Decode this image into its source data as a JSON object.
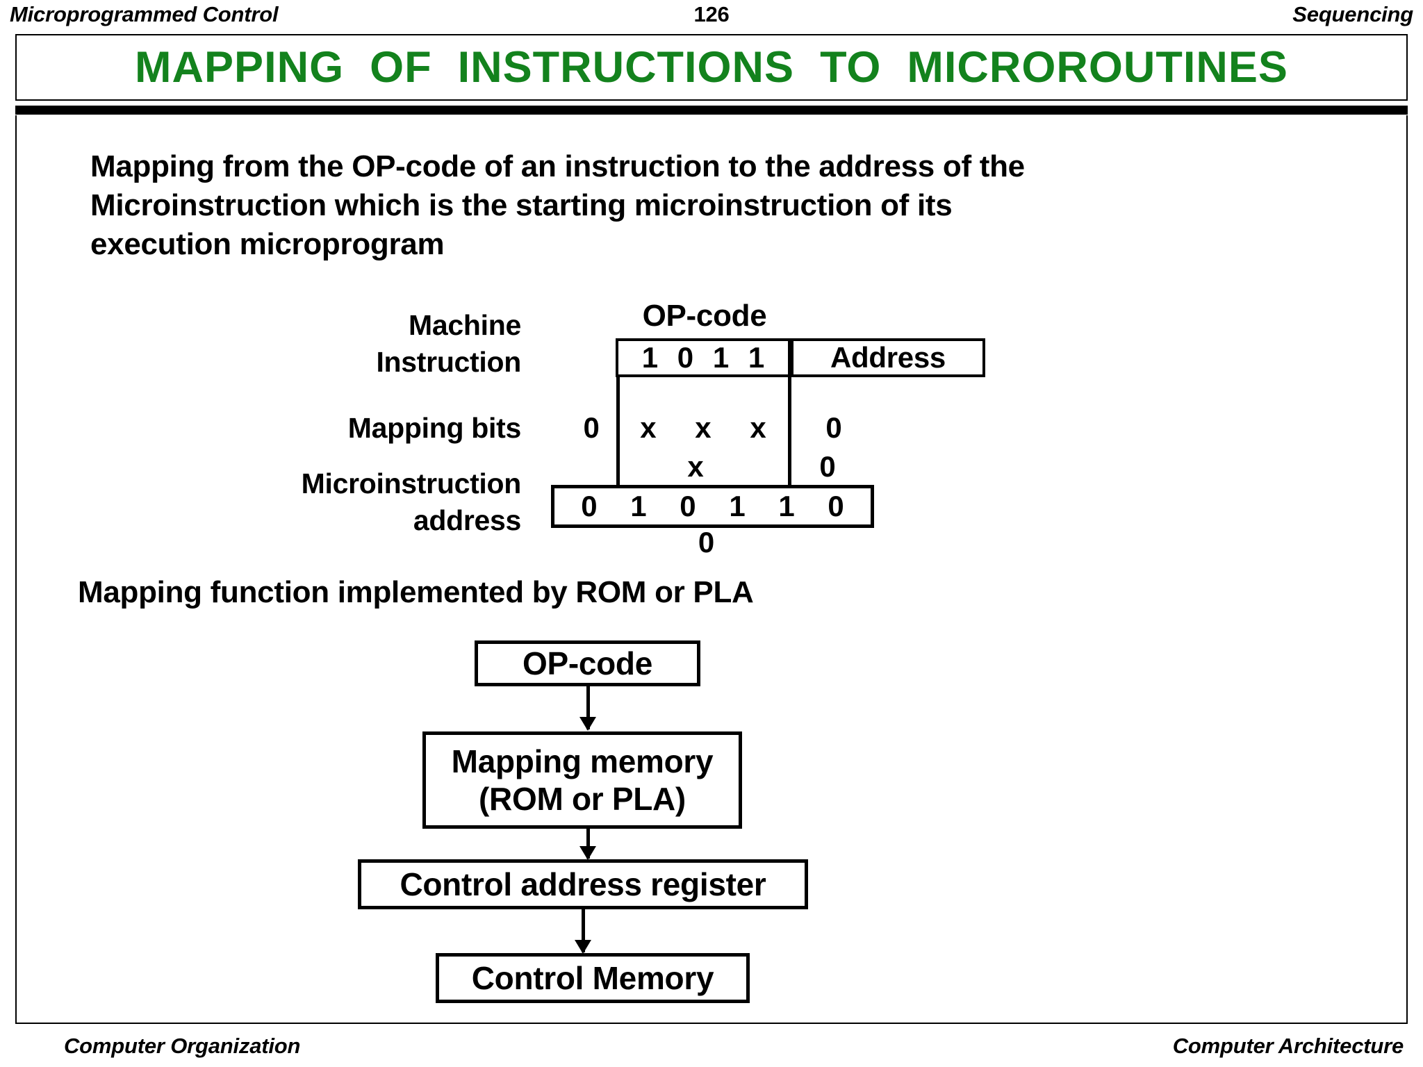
{
  "header": {
    "left": "Microprogrammed Control",
    "page_number": "126",
    "right": "Sequencing"
  },
  "slide": {
    "title": "MAPPING  OF  INSTRUCTIONS  TO  MICROROUTINES",
    "title_color": "#13821d",
    "paragraph": "Mapping from the OP-code of an instruction to the address of the Microinstruction which is the starting microinstruction of its execution microprogram",
    "paragraph2": "Mapping function implemented by ROM or PLA"
  },
  "bitfield": {
    "machine_instruction_label": "Machine\nInstruction",
    "machine_instruction_label_line1": "Machine",
    "machine_instruction_label_line2": "Instruction",
    "opcode_caption": "OP-code",
    "opcode_bits": "1 0 1 1",
    "address_label": "Address",
    "mapping_bits_label": "Mapping bits",
    "mapping_bits_pre": "0",
    "mapping_bits_x": "x x x x",
    "mapping_bits_post": "0 0",
    "microinstruction_address_label_line1": "Microinstruction",
    "microinstruction_address_label_line2": "address",
    "microinstruction_address_bits": "0 1 0 1 1 0 0"
  },
  "flowchart": {
    "boxes": [
      {
        "label": "OP-code"
      },
      {
        "label": "Mapping memory\n(ROM or PLA)"
      },
      {
        "label": "Control address register"
      },
      {
        "label": "Control Memory"
      }
    ]
  },
  "footer": {
    "left": "Computer Organization",
    "right": "Computer Architecture"
  }
}
